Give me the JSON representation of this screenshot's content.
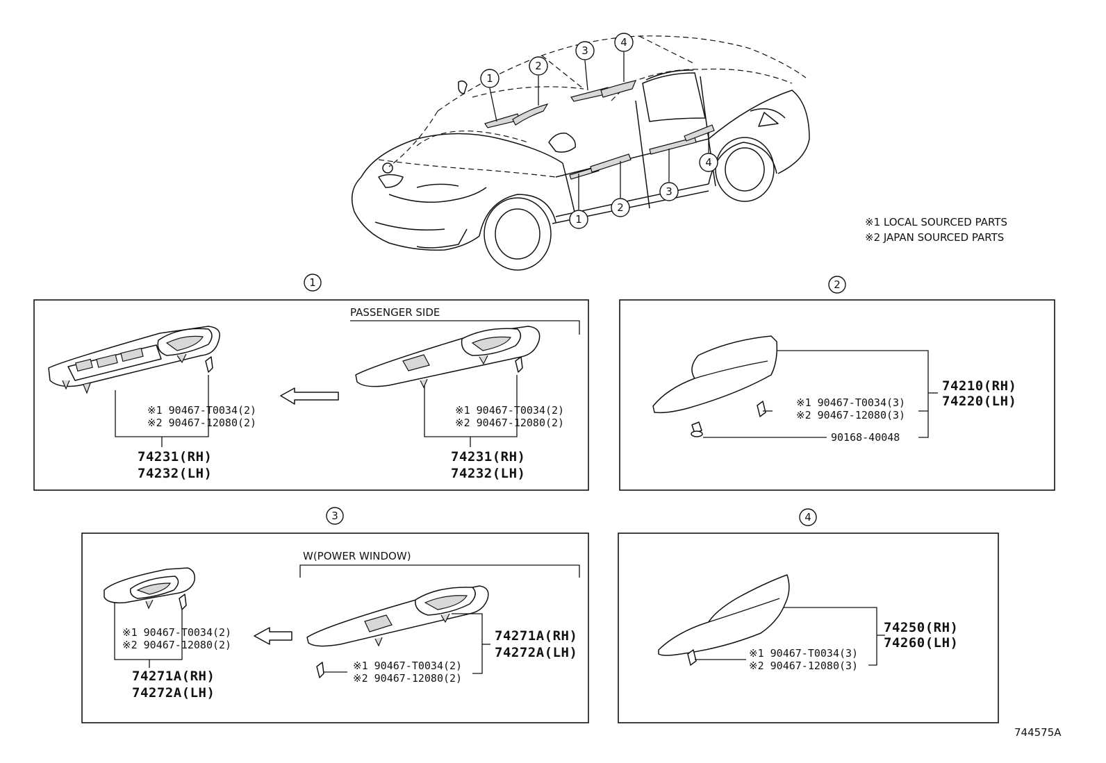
{
  "legend": {
    "note1": "※1 LOCAL SOURCED PARTS",
    "note2": "※2 JAPAN SOURCED PARTS"
  },
  "callouts": [
    "1",
    "2",
    "3",
    "4"
  ],
  "figure_id": "744575A",
  "panel1": {
    "label": "1",
    "subtitle": "PASSENGER SIDE",
    "left": {
      "clip1": "※1 90467-T0034(2)",
      "clip2": "※2 90467-12080(2)",
      "part_rh": "74231(RH)",
      "part_lh": "74232(LH)"
    },
    "right": {
      "clip1": "※1 90467-T0034(2)",
      "clip2": "※2 90467-12080(2)",
      "part_rh": "74231(RH)",
      "part_lh": "74232(LH)"
    }
  },
  "panel2": {
    "label": "2",
    "clip1": "※1 90467-T0034(3)",
    "clip2": "※2 90467-12080(3)",
    "screw": "90168-40048",
    "part_rh": "74210(RH)",
    "part_lh": "74220(LH)"
  },
  "panel3": {
    "label": "3",
    "subtitle": "W(POWER WINDOW)",
    "left": {
      "clip1": "※1 90467-T0034(2)",
      "clip2": "※2 90467-12080(2)",
      "part_rh": "74271A(RH)",
      "part_lh": "74272A(LH)"
    },
    "right": {
      "clip1": "※1 90467-T0034(2)",
      "clip2": "※2 90467-12080(2)",
      "part_rh": "74271A(RH)",
      "part_lh": "74272A(LH)"
    }
  },
  "panel4": {
    "label": "4",
    "clip1": "※1 90467-T0034(3)",
    "clip2": "※2 90467-12080(3)",
    "part_rh": "74250(RH)",
    "part_lh": "74260(LH)"
  }
}
